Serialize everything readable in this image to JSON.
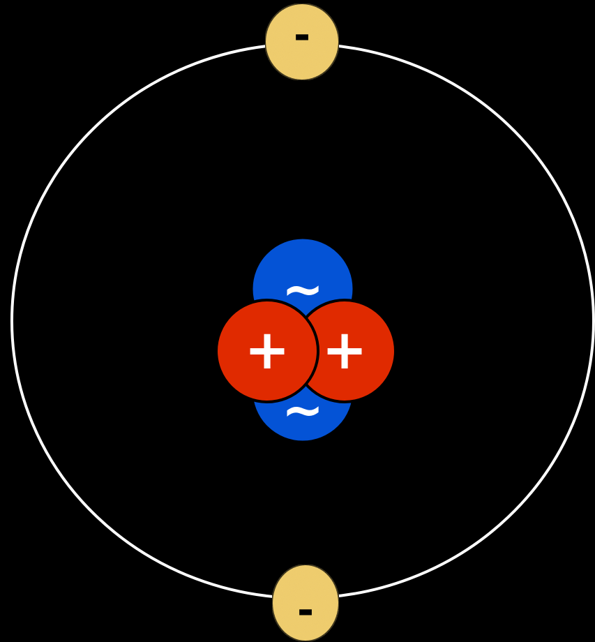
{
  "diagram": {
    "background_color": "#000000",
    "orbit_color": "#ffffff",
    "electrons": {
      "symbol": "-",
      "color": "#f2cf6e",
      "count": 2
    },
    "protons": {
      "symbol": "+",
      "color": "#e02a00",
      "count": 2
    },
    "neutrons": {
      "symbol": "~",
      "color": "#0453d6",
      "count": 2
    }
  }
}
